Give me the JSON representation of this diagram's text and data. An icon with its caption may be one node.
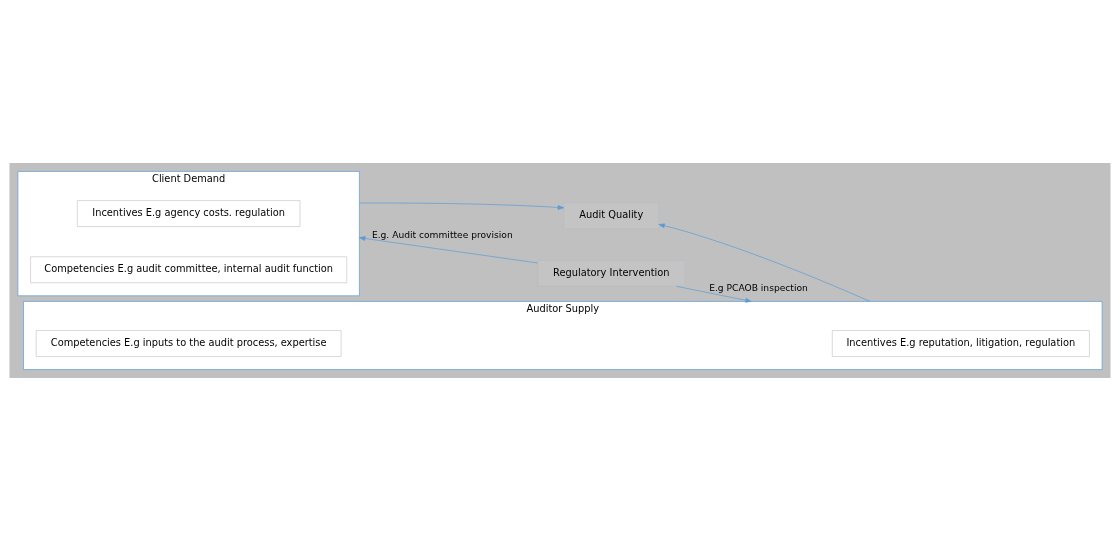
{
  "diagram": {
    "nodes": [
      {
        "text": [
          "Client Demand"
        ]
      },
      {
        "text": [
          "Incentives E.g agency costs. regulation"
        ],
        "in": 0
      },
      {
        "text": [
          "Competencies E.g audit committee, internal audit function"
        ],
        "in": 0
      },
      {
        "text": [
          "Audit Quality"
        ]
      },
      {
        "text": [
          "Auditor Supply"
        ]
      },
      {
        "text": [
          "Incentives E.g reputation, litigation, regulation"
        ],
        "in": 4
      },
      {
        "text": [
          "Competencies E.g inputs to the audit process, expertise"
        ],
        "in": 4
      },
      {
        "text": [
          "Regulatory Intervention"
        ]
      }
    ],
    "edges": [
      {
        "from": 0,
        "to": 3,
        "arrow": "to"
      },
      {
        "from": 4,
        "to": 3,
        "arrow": "to"
      },
      {
        "from": 7,
        "to": 0,
        "arrow": "to",
        "label": "E.g. Audit committee provision"
      },
      {
        "from": 7,
        "to": 4,
        "arrow": "to",
        "label": "E.g PCAOB inspection"
      }
    ]
  }
}
